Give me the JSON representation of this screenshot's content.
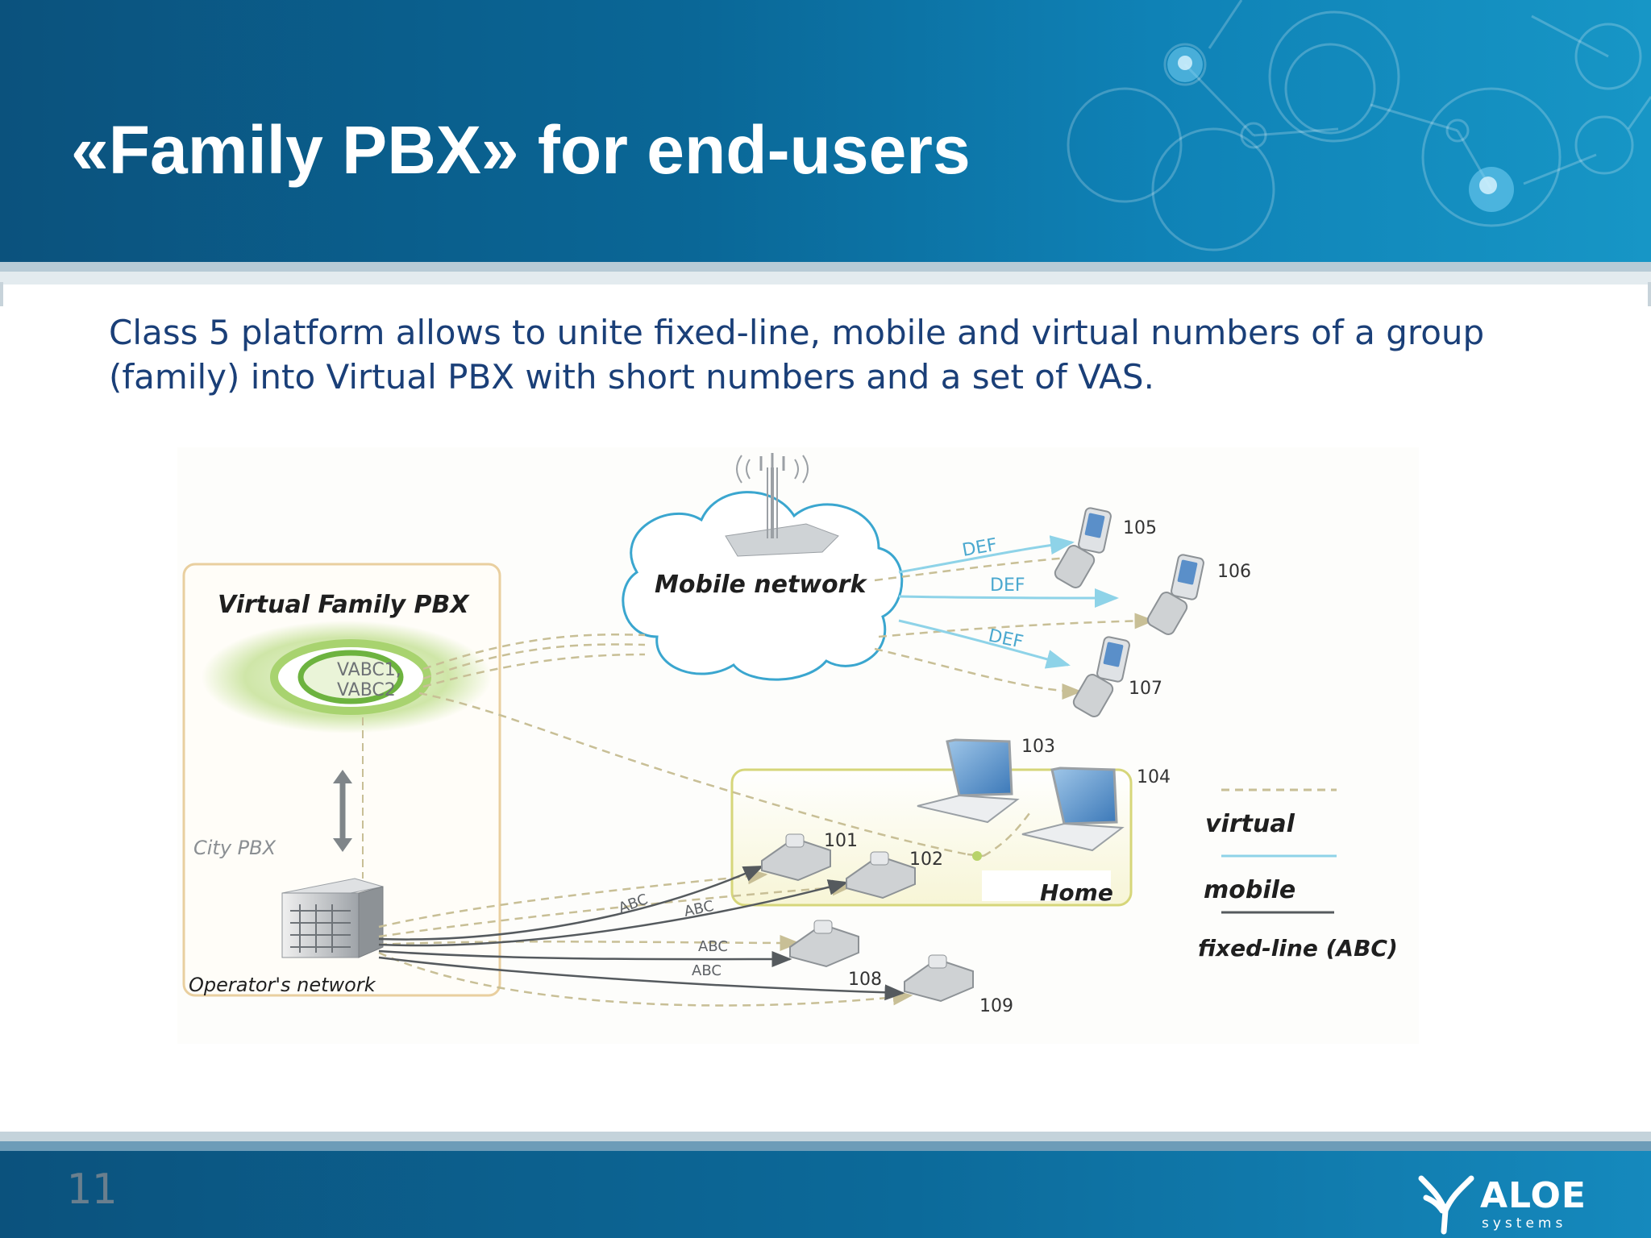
{
  "slide": {
    "title": "«Family PBX» for end-users",
    "intro": "Class 5 platform allows to unite fixed-line, mobile and virtual numbers of a group (family) into Virtual PBX with short numbers and a set of VAS.",
    "page_number": "11"
  },
  "logo": {
    "name": "ALOE",
    "sub": "systems"
  },
  "diagram": {
    "labels": {
      "virtual_pbx": "Virtual Family PBX",
      "vabc1": "VABC1,",
      "vabc2": "VABC2",
      "city_pbx": "City PBX",
      "operators_network": "Operator's network",
      "mobile_network": "Mobile network",
      "home": "Home"
    },
    "link_labels": {
      "def": "DEF",
      "abc": "ABC"
    },
    "devices": {
      "phone_101": "101",
      "phone_102": "102",
      "laptop_103": "103",
      "laptop_104": "104",
      "mobile_105": "105",
      "mobile_106": "106",
      "mobile_107": "107",
      "phone_108": "108",
      "phone_109": "109"
    },
    "legend": {
      "virtual": "virtual",
      "mobile": "mobile",
      "fixed_line": "fixed-line (ABC)"
    }
  },
  "colors": {
    "header_blue": "#0b5a87",
    "title_white": "#ffffff",
    "intro_text": "#1a3f78",
    "virtual_line": "#c8bf96",
    "mobile_line": "#8ed3e8",
    "fixed_line": "#555a5e",
    "pbx_box_border": "#e9cf9f",
    "home_box_border": "#d6d67a",
    "vabc_green": "#6db33f"
  }
}
